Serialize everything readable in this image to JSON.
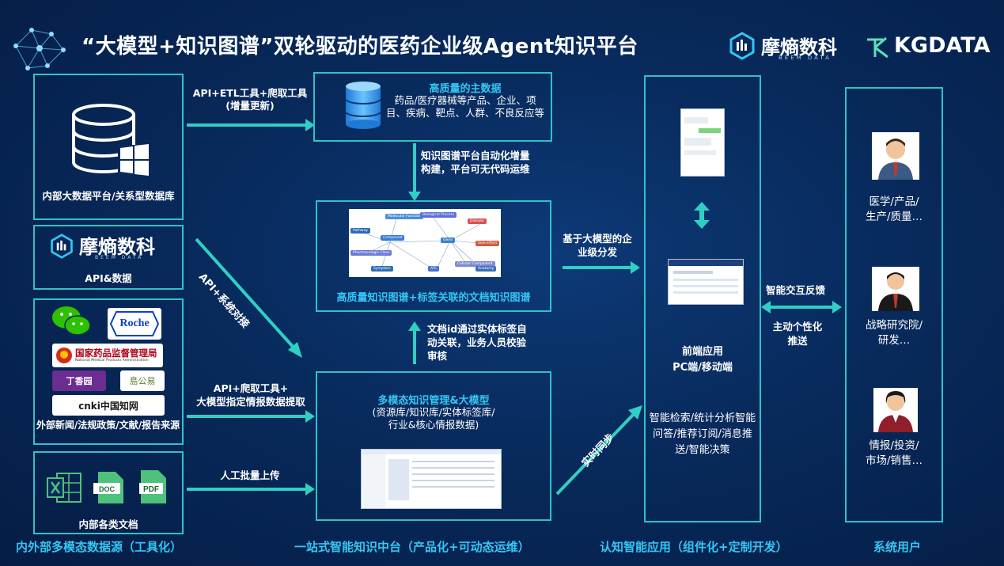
{
  "title": "“大模型+知识图谱”双轮驱动的医药企业级Agent知识平台",
  "brand": {
    "mochi_name": "摩熵数科",
    "mochi_sub": "BEEM DATA",
    "kg_name": "KGDATA"
  },
  "sources": {
    "internal_db_label": "内部大数据平台/关系型数据库",
    "mochi_api_label": "API&数据",
    "external_label": "外部新闻/法规政策/文献/报告来源",
    "roche_label": "Roche",
    "nmpa_label": "国家药品监督管理局",
    "nmpa_en": "National Medical Products Administration",
    "dxy_label": "丁香园",
    "yaozh_label": "島公易",
    "cnki_label": "cnki中国知网",
    "docs_label": "内部各类文档",
    "section_label": "内外部多模态数据源（工具化）"
  },
  "flows": {
    "api_etl": "API+ETL工具+爬取工具\n(增量更新)",
    "api_system": "API+系统对接",
    "api_crawl": "API+爬取工具+\n大模型指定情报数据提取",
    "manual_upload": "人工批量上传",
    "kg_auto": "知识图谱平台自动化增量\n构建，平台可无代码运维",
    "doc_link": "文档id通过实体标签自\n动关联，业务人员校验\n审核",
    "llm_dist": "基于大模型的企\n业级分发",
    "realtime_sync": "实时同步",
    "feedback": "智能交互反馈",
    "push": "主动个性化\n推送"
  },
  "platform": {
    "master_title": "高质量的主数据",
    "master_desc": "药品/医疗器械等产品、企业、项目、疾病、靶点、人群、不良反应等",
    "kg_title": "高质量知识图谱+标签关联的文档知识图谱",
    "mm_title": "多模态知识管理&大模型",
    "mm_desc": "(资源库/知识库/实体标签库/\n行业&核心情报数据)",
    "section_label": "一站式智能知识中台（产品化+可动态运维）"
  },
  "kg_nodes": [
    "Pathway",
    "Molecular Function",
    "Biological Process",
    "Pharmacologic Class",
    "Compound",
    "Gene",
    "Disease",
    "Side Effect",
    "Symptom",
    "Cellular Component",
    "Anatomy",
    "ATC"
  ],
  "app": {
    "frontend": "前端应用\nPC端/移动端",
    "features": "智能检索/统计分析智能问答/推荐订阅/消息推送/智能决策",
    "section_label": "认知智能应用（组件化+定制开发）"
  },
  "users": {
    "u1": "医学/产品/\n生产/质量…",
    "u2": "战略研究院/\n研发…",
    "u3": "情报/投资/\n市场/销售…",
    "section_label": "系统用户"
  },
  "colors": {
    "bg": "#082a5c",
    "border": "#2fc2c6",
    "arrow": "#2fd0c3",
    "highlight": "#35c6f4"
  }
}
